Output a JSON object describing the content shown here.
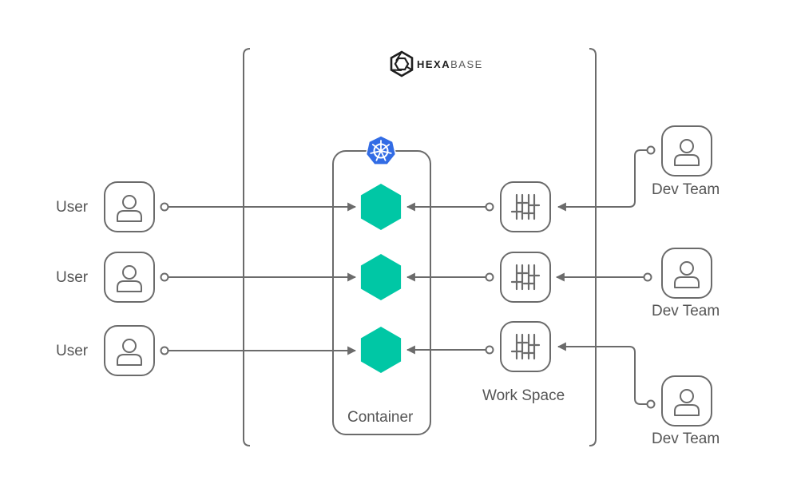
{
  "brand": {
    "name_bold": "HEXA",
    "name_light": "BASE"
  },
  "users": [
    {
      "label": "User"
    },
    {
      "label": "User"
    },
    {
      "label": "User"
    }
  ],
  "container": {
    "label": "Container"
  },
  "workspace": {
    "label": "Work Space"
  },
  "dev_teams": [
    {
      "label": "Dev Team"
    },
    {
      "label": "Dev Team"
    },
    {
      "label": "Dev Team"
    }
  ],
  "colors": {
    "line": "#6b6b6b",
    "pod": "#00c7a5",
    "kubernetes": "#326ce5",
    "text": "#555555"
  },
  "icons": {
    "user": "person-icon",
    "workspace": "sliders-icon",
    "kubernetes": "kubernetes-wheel-icon",
    "brand": "hexabase-logo-icon"
  }
}
